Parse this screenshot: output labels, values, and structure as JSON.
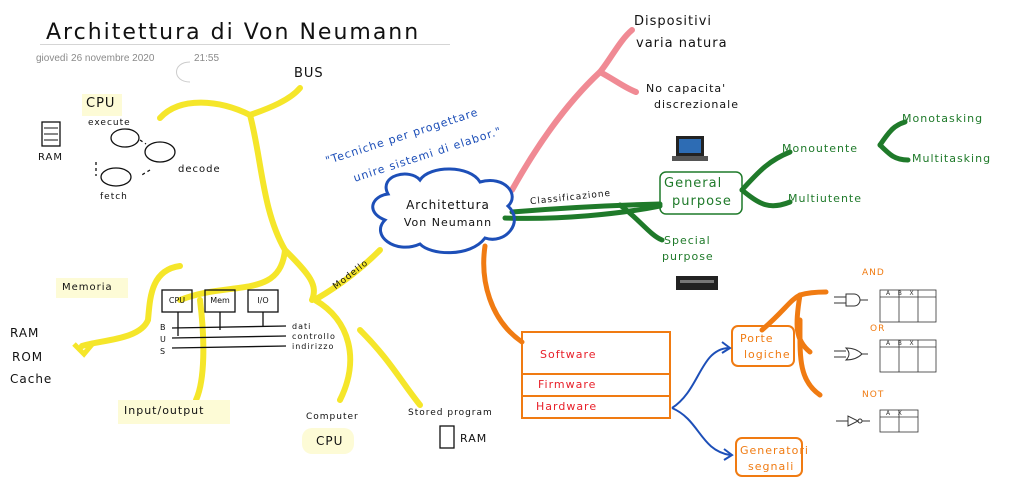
{
  "header": {
    "title": "Architettura di Von Neumann",
    "date": "giovedì 26 novembre 2020",
    "time": "21:55"
  },
  "center": {
    "line1": "Architettura",
    "line2": "Von Neumann"
  },
  "annotation": {
    "line1": "\"Tecniche per progettare",
    "line2": "unire sistemi di elabor.\""
  },
  "top_branch": {
    "item1_line1": "Dispositivi",
    "item1_line2": "varia natura",
    "item2_line1": "No capacita'",
    "item2_line2": "discrezionale"
  },
  "classification": {
    "label": "Classificazione",
    "general_line1": "General",
    "general_line2": "purpose",
    "mono": "Monoutente",
    "multi": "Multiutente",
    "monotasking": "Monotasking",
    "multitasking": "Multitasking",
    "special_line1": "Special",
    "special_line2": "purpose"
  },
  "layers": {
    "software": "Software",
    "firmware": "Firmware",
    "hardware": "Hardware",
    "porte_line1": "Porte",
    "porte_line2": "logiche",
    "generatori_line1": "Generatori",
    "generatori_line2": "segnali",
    "and": "AND",
    "or": "OR",
    "not": "NOT"
  },
  "left": {
    "bus": "BUS",
    "cpu": "CPU",
    "ram": "RAM",
    "execute": "execute",
    "decode": "decode",
    "fetch": "fetch",
    "memoria": "Memoria",
    "mem_list": [
      "RAM",
      "ROM",
      "Cache"
    ],
    "bus_boxes": [
      "CPU",
      "Mem",
      "I/O"
    ],
    "bus_letters": [
      "B",
      "U",
      "S"
    ],
    "bus_lines": [
      "dati",
      "controllo",
      "indirizzo"
    ],
    "io": "Input/output",
    "modello": "Modello",
    "computer": "Computer",
    "computer_cpu": "CPU",
    "stored": "Stored program",
    "stored_ram": "RAM"
  },
  "colors": {
    "pink": "#f08a94",
    "green": "#1f7a2a",
    "orange": "#f07b12",
    "yellow": "#f5e62a",
    "blue": "#1d4fb8",
    "red": "#e8202a"
  }
}
